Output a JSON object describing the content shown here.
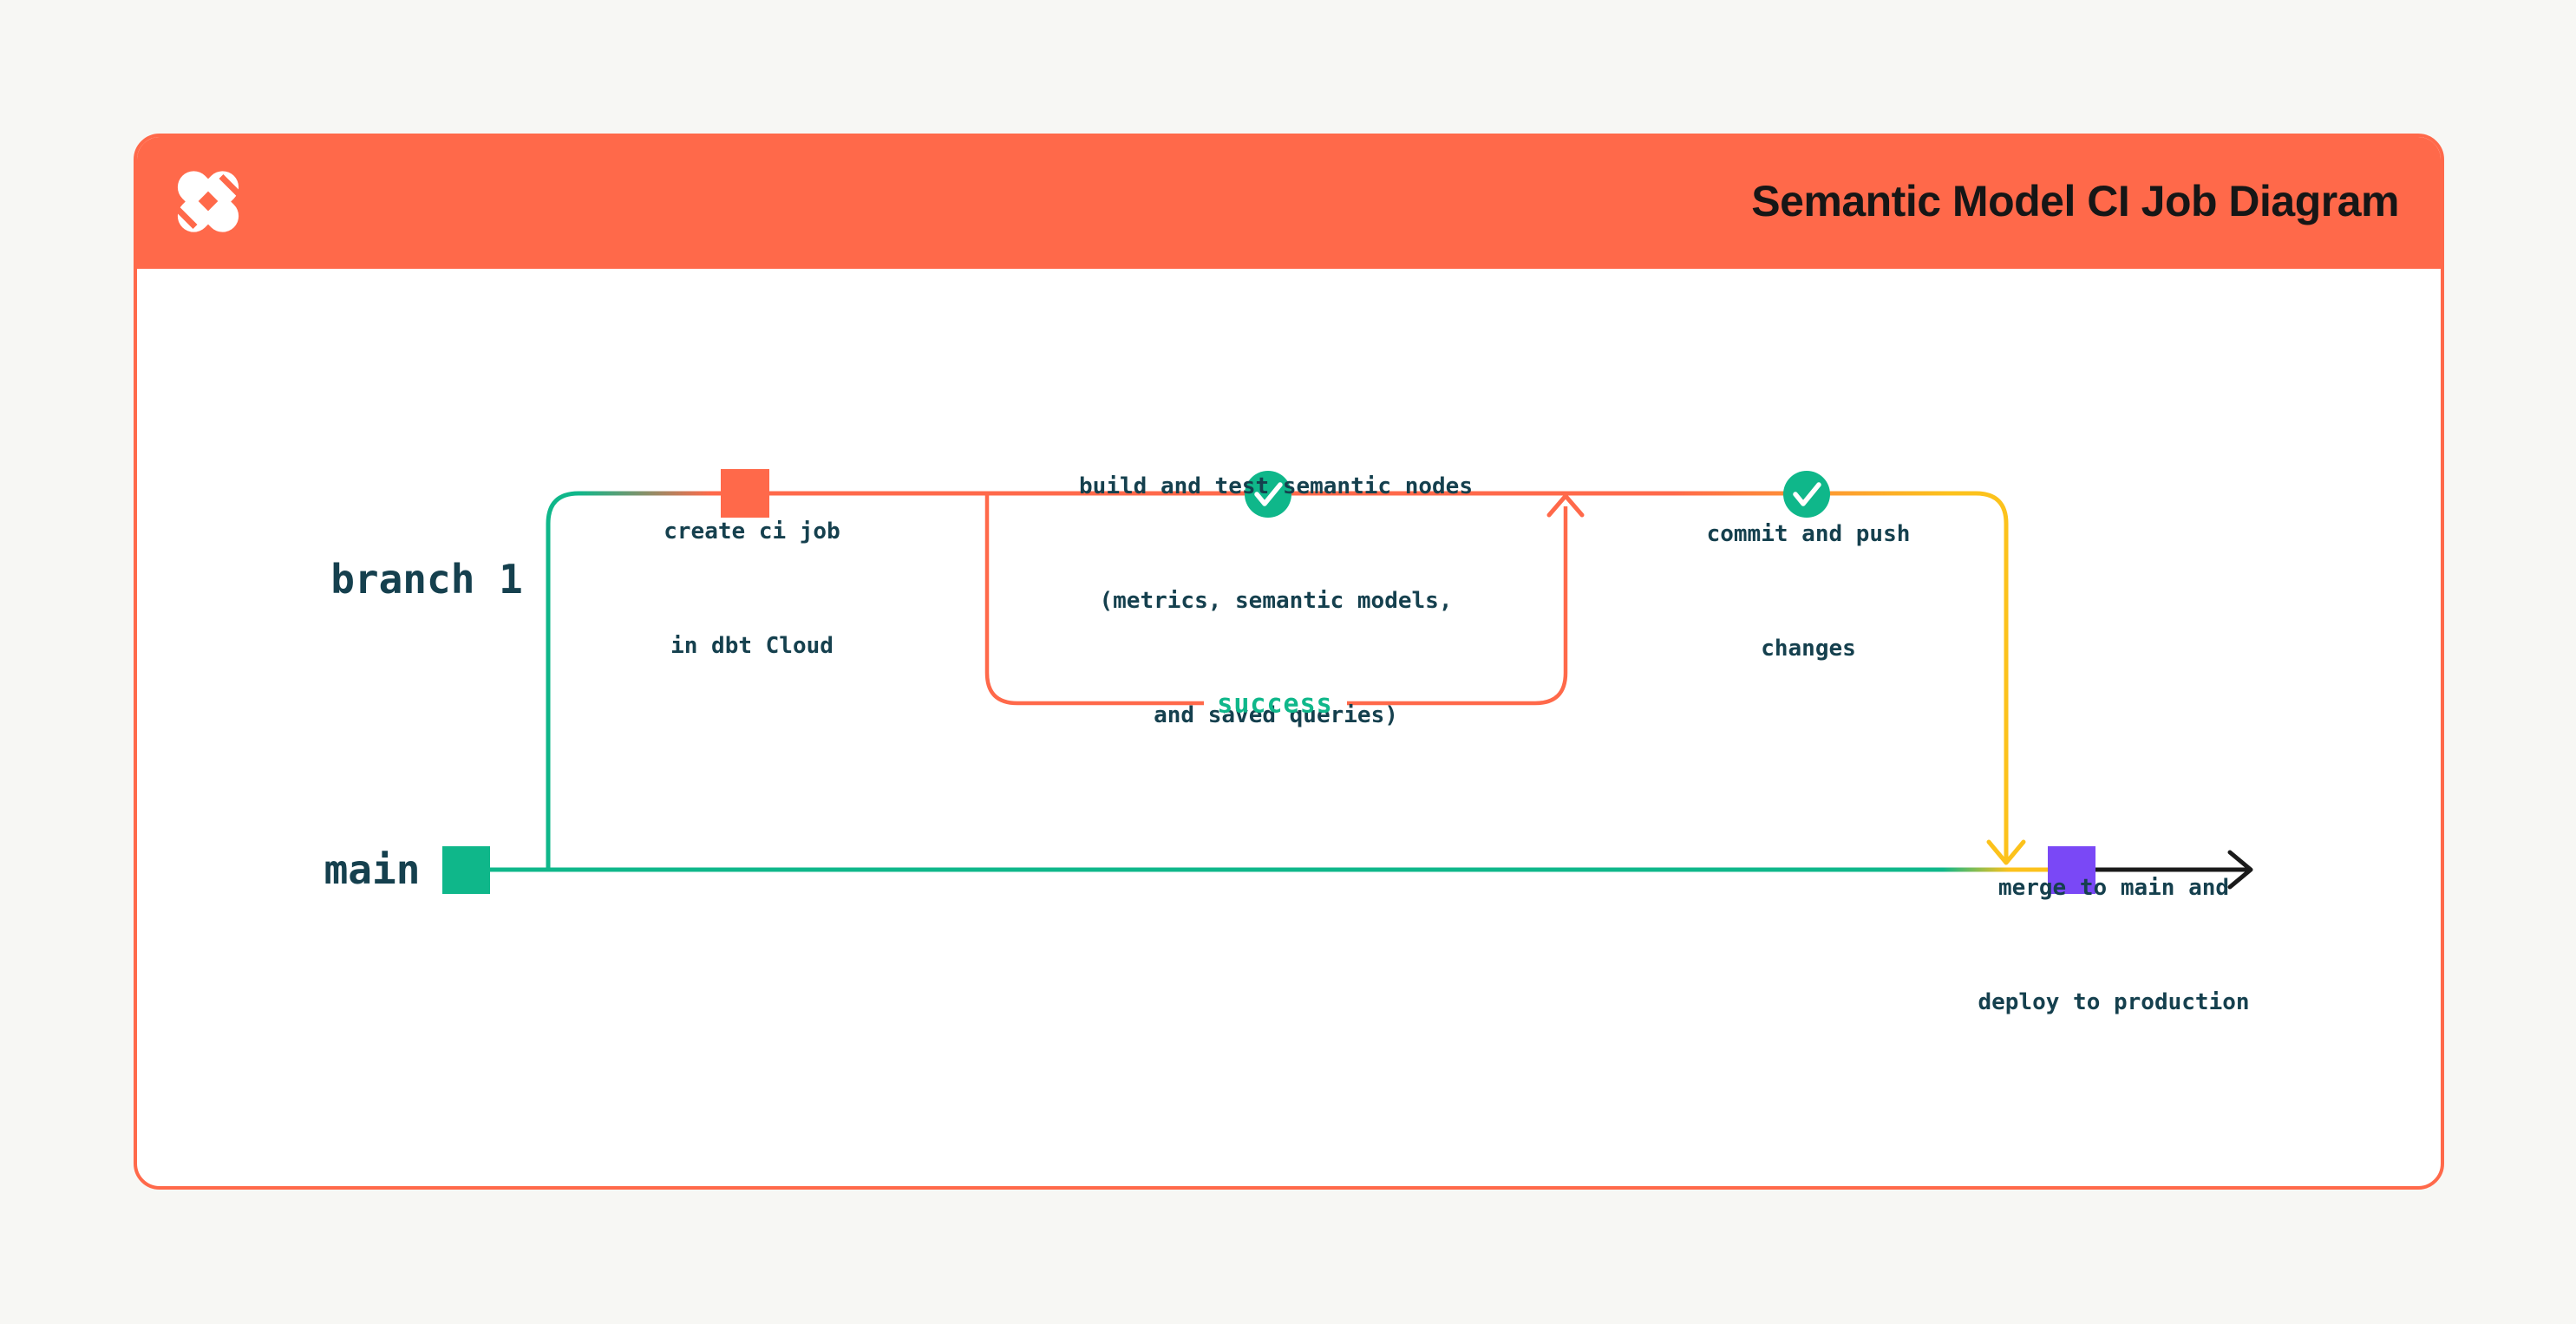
{
  "header": {
    "title": "Semantic Model CI Job Diagram",
    "logo": "dbt-logo"
  },
  "branches": {
    "branch_label": "branch 1",
    "main_label": "main"
  },
  "steps": {
    "create_ci": {
      "lines": [
        "create ci job",
        "in dbt Cloud"
      ]
    },
    "build_test": {
      "lines": [
        "build and test semantic nodes",
        "(metrics, semantic models,",
        "and saved queries)"
      ],
      "result_label": "success"
    },
    "commit_push": {
      "lines": [
        "commit and push",
        "changes"
      ]
    },
    "merge_deploy": {
      "lines": [
        "merge to main and",
        "deploy to production"
      ]
    }
  },
  "colors": {
    "orange": "#ff694a",
    "green": "#0fb78a",
    "yellow": "#fcc21c",
    "purple": "#7a48f6",
    "text": "#15404e",
    "title": "#161616",
    "card_bg": "#ffffff",
    "page_bg": "#f7f7f4",
    "white": "#ffffff"
  }
}
